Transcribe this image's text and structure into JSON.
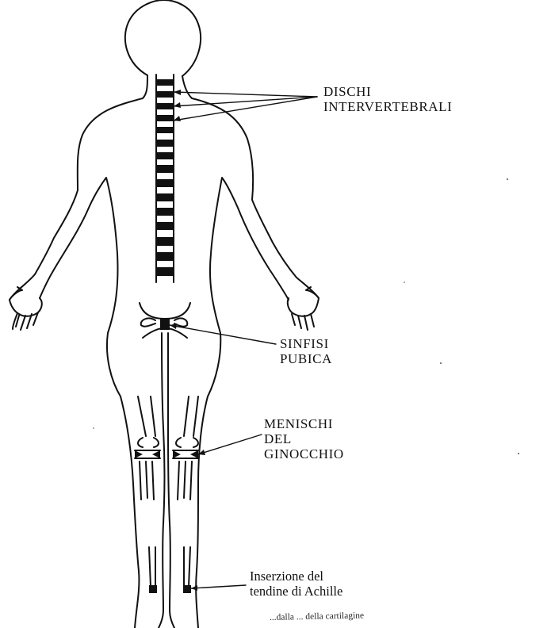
{
  "labels": {
    "intervertebral_discs": [
      "DISCHI",
      "INTERVERTEBRALI"
    ],
    "pubic_symphysis": [
      "SINFISI",
      "PUBICA"
    ],
    "knee_menisci": [
      "MENISCHI",
      "DEL",
      "GINOCCHIO"
    ],
    "achilles_insertion": [
      "Inserzione del",
      "tendine di Achille"
    ]
  },
  "caption_fragment": "...dalla ... della cartilagine",
  "colors": {
    "ink": "#111111",
    "background": "#ffffff"
  }
}
